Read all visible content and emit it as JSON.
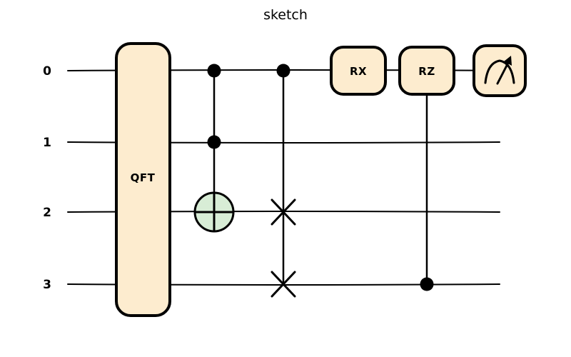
{
  "title": "sketch",
  "colors": {
    "gate_fill": "#fdeccf",
    "target_fill": "#d8edd6",
    "line": "#000000",
    "background": "#ffffff"
  },
  "qubits": [
    {
      "label": "0"
    },
    {
      "label": "1"
    },
    {
      "label": "2"
    },
    {
      "label": "3"
    }
  ],
  "gates": {
    "qft": {
      "label": "QFT"
    },
    "rx": {
      "label": "RX"
    },
    "rz": {
      "label": "RZ"
    }
  },
  "circuit": {
    "num_qubits": 4,
    "operations": [
      {
        "gate": "QFT",
        "qubits": [
          0,
          1,
          2,
          3
        ]
      },
      {
        "gate": "CCX",
        "controls": [
          0,
          1
        ],
        "target": 2
      },
      {
        "gate": "CSWAP",
        "control": 0,
        "targets": [
          2,
          3
        ]
      },
      {
        "gate": "RX",
        "qubits": [
          0
        ]
      },
      {
        "gate": "CRZ",
        "control": 3,
        "target": 0
      },
      {
        "gate": "measure",
        "qubits": [
          0
        ]
      }
    ]
  }
}
